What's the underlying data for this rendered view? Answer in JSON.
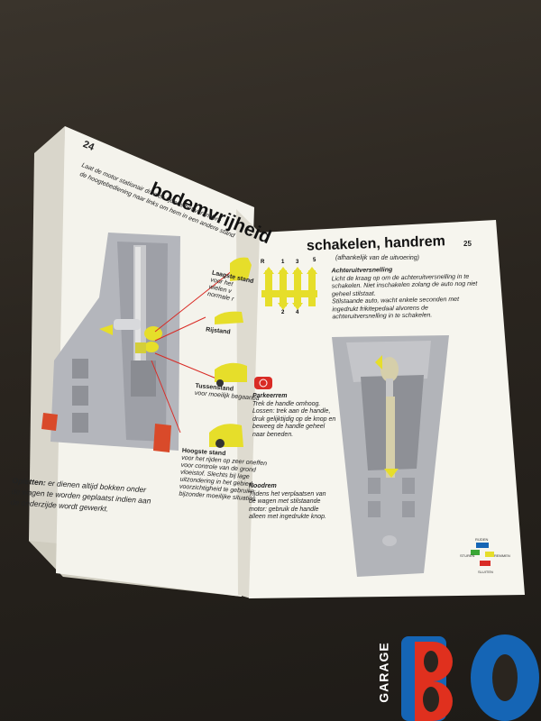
{
  "left_page": {
    "page_number": "24",
    "title": "bodemvrijheid",
    "intro_line1": "Laat de motor stationair draaien tijdens het verandere",
    "intro_line2": "de hoogtebediening naar links om hem in een andere stand",
    "labels": {
      "laagste": "Laagste stand",
      "laagste_sub1": "voor het",
      "laagste_sub2": "wielen v",
      "laagste_sub3": "normale r",
      "rijstand": "Rijstand",
      "tussenstand": "Tussenstand",
      "tussenstand_sub": "voor moeilijk begaanba",
      "hoogste": "Hoogste stand",
      "hoogste_sub1": "voor het rijden op zeer oneffen",
      "hoogste_sub2": "voor controle van de grond",
      "hoogste_sub3": "vloeistof. Slechts bij lage",
      "hoogste_sub4": "uitzondering in het gebied",
      "hoogste_sub5": "voorzichtigheid te gebruike",
      "hoogste_sub6": "bijzonder moeilijke situaties"
    },
    "warning_title": "Opletten:",
    "warning_line1": "er dienen altijd bokken onder",
    "warning_line2": "de wagen te worden geplaatst indien aan",
    "warning_line3": "de onderzijde wordt gewerkt."
  },
  "right_page": {
    "title": "schakelen, handrem",
    "page_number": "25",
    "subtitle": "(afhankelijk van de uitvoering)",
    "gear_labels": [
      "R",
      "1",
      "3",
      "5",
      "2",
      "4"
    ],
    "achteruit_title": "Achteruitversnelling",
    "achteruit_lines": [
      "Licht de kraag op om de achteruitversnelling in te",
      "schakelen. Niet inschakelen zolang de auto nog niet",
      "geheel stilstaat.",
      "Stilstaande auto, wacht enkele seconden met",
      "ingedrukt frikitepedaal alvorens de",
      "achteruitversnelling in te schakelen."
    ],
    "parkeerrem_title": "Parkeerrem",
    "parkeerrem_lines": [
      "Trek de handle omhoog.",
      "Lossen: trek aan de handle,",
      "druk gelijktijdig op de knop en",
      "beweeg de handle geheel",
      "naar beneden."
    ],
    "noodrem_title": "Noodrem",
    "noodrem_lines": [
      "Tijdens het verplaatsen van",
      "de wagen met stilstaande",
      "motor: gebruik de handle",
      "alleen met ingedrukte knop."
    ],
    "legend_labels": [
      "RIJDEN",
      "STUREN",
      "REMMEN",
      "SLUITEN"
    ]
  },
  "watermark": {
    "brand_word": "GARAGE",
    "brand_number": "BO"
  },
  "colors": {
    "page": "#f4f3ec",
    "yellow": "#e6de2a",
    "red": "#d92b25",
    "grey_console": "#a9aab0",
    "brand_blue": "#1565b5",
    "brand_red": "#e0301e"
  }
}
